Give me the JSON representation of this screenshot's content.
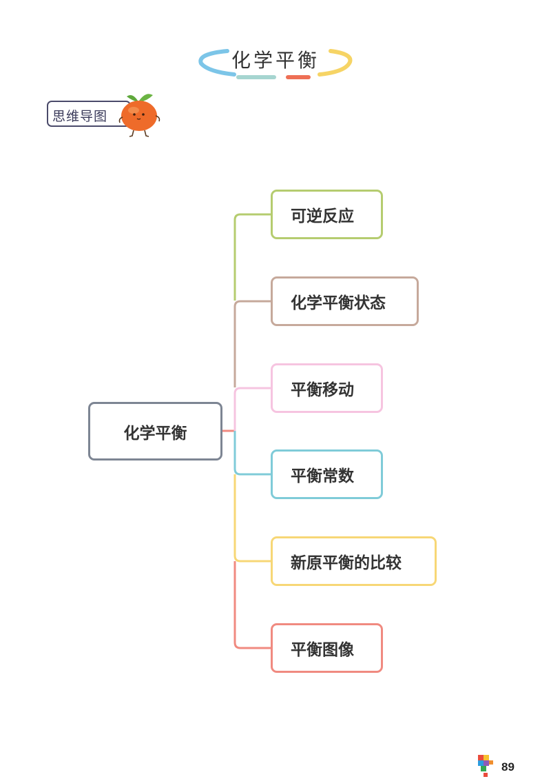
{
  "header": {
    "title": "化学平衡",
    "arc_colors": [
      "#7cc5e8",
      "#a6d5d0",
      "#ee6f55",
      "#f6d465"
    ]
  },
  "tag": {
    "label": "思维导图",
    "mascot_icon": "orange-mascot-icon"
  },
  "diagram": {
    "root": {
      "label": "化学平衡",
      "color": "#7d8593"
    },
    "branches": [
      {
        "label": "可逆反应",
        "color": "#b5cc6f"
      },
      {
        "label": "化学平衡状态",
        "color": "#c6a99b"
      },
      {
        "label": "平衡移动",
        "color": "#f6c4e0"
      },
      {
        "label": "平衡常数",
        "color": "#7fcbd8"
      },
      {
        "label": "新原平衡的比较",
        "color": "#f7d776"
      },
      {
        "label": "平衡图像",
        "color": "#f08a80"
      }
    ]
  },
  "footer": {
    "page_number": "89",
    "logo_icon": "publisher-logo-icon"
  }
}
